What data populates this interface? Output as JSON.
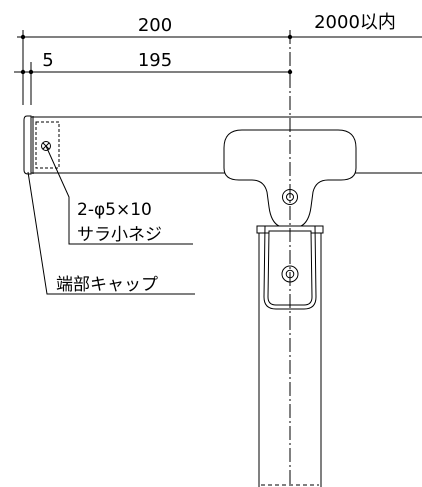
{
  "dimensions": {
    "total_width": "200",
    "max_length": "2000以内",
    "offset": "5",
    "inner_width": "195"
  },
  "callouts": {
    "screw_spec": "2-φ5×10",
    "screw_type": "サラ小ネジ",
    "end_cap": "端部キャップ"
  },
  "colors": {
    "line": "#000000",
    "fill": "#ffffff"
  }
}
